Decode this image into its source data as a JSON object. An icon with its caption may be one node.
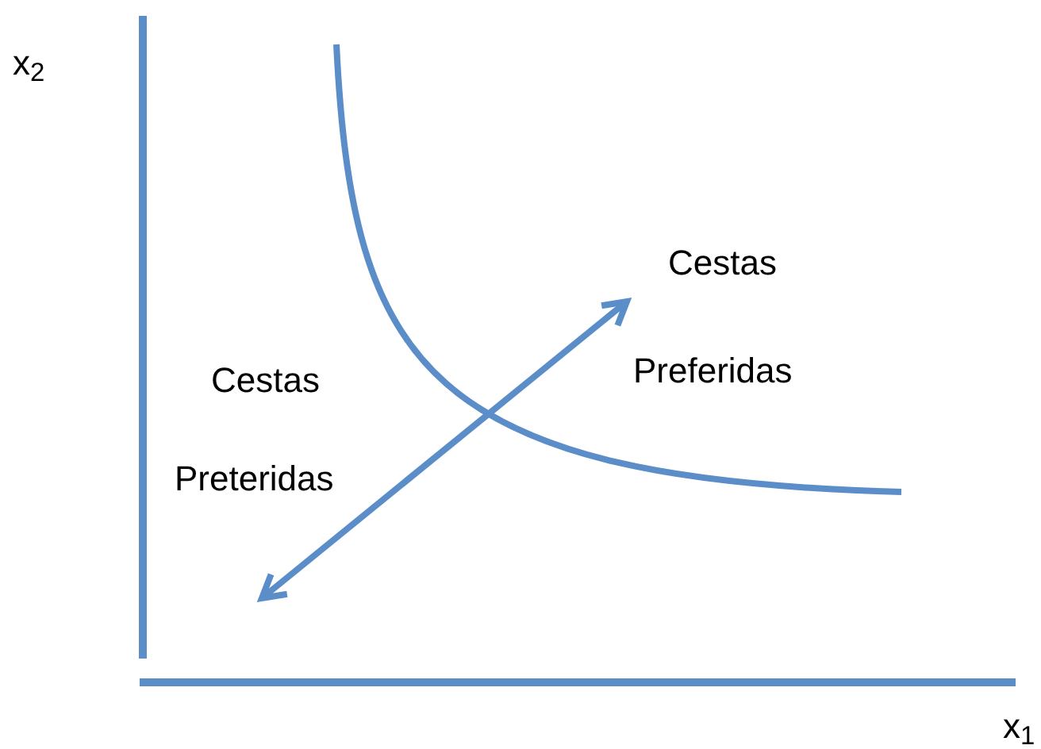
{
  "diagram": {
    "labels": [
      "x$_{2}$",
      "Cestas",
      "Preferidas",
      "Cestas",
      "Preteridas",
      "x$_{1}$"
    ]
  }
}
